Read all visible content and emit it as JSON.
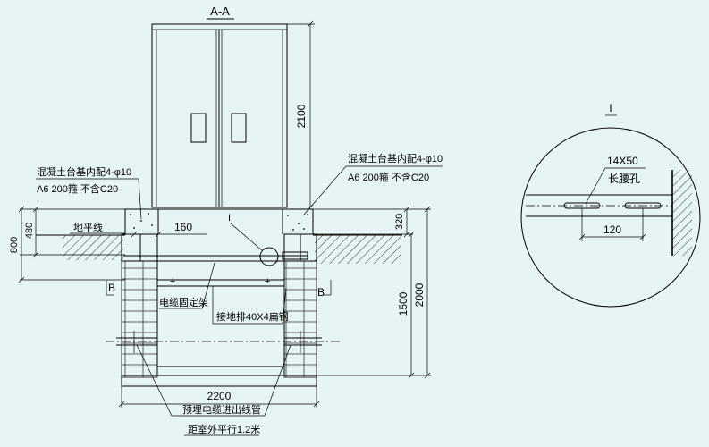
{
  "section_title": "A-A",
  "labels": {
    "concrete_left_1": "混凝土台基内配4-φ10",
    "concrete_left_2": "A6 200箍 不含C20",
    "concrete_right_1": "混凝土台基内配4-φ10",
    "concrete_right_2": "A6 200箍 不含C20",
    "ground_line": "地平线",
    "cable_bracket": "电缆固定架",
    "grounding_bar": "接地排40X4扁钢",
    "conduit": "预埋电缆进出线管",
    "conduit_distance": "距室外平行1.2米",
    "detail_marker": "I",
    "detail_title": "I",
    "slot_size": "14X50",
    "slot_name": "长腰孔",
    "section_b_left": "B",
    "section_b_right": "B"
  },
  "dimensions": {
    "cabinet_height": "2100",
    "base_top": "320",
    "left_480": "480",
    "left_800": "800",
    "offset_160": "160",
    "pit_depth": "1500",
    "total_depth": "2000",
    "pit_width": "2200",
    "slot_spacing": "120"
  }
}
